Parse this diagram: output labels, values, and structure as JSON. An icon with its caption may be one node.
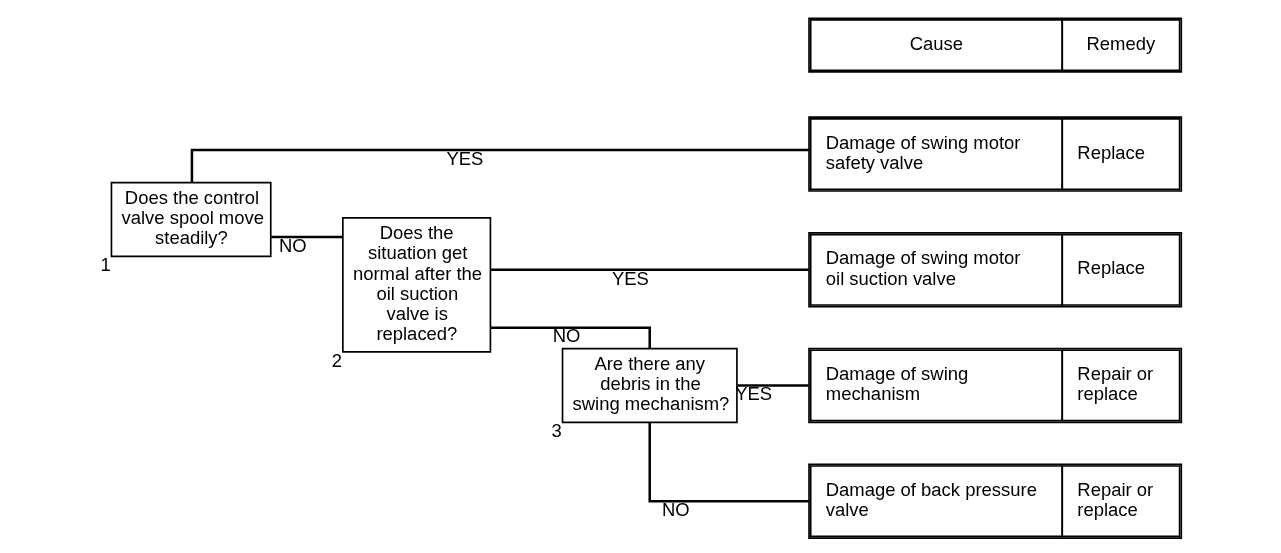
{
  "diagram": {
    "nodes": [
      {
        "text": [
          "Does the control valve spool move steadily?"
        ],
        "beside": [
          "1"
        ]
      },
      {
        "text": [
          "Does the situation get normal after the oil suction valve is replaced?"
        ],
        "beside": [
          "2"
        ]
      },
      {
        "text": [
          "Are there any debris in the swing mechanism?"
        ],
        "beside": [
          "3"
        ]
      },
      {
        "text": [
          "Damage of swing motor safety valve",
          "Replace"
        ]
      },
      {
        "text": [
          "Damage of swing motor oil suction valve",
          "Replace"
        ]
      },
      {
        "text": [
          "Damage of swing mechanism",
          "Repair or replace"
        ]
      },
      {
        "text": [
          "Damage of back pressure valve",
          "Repair or replace"
        ]
      }
    ],
    "edges": [
      {
        "from": 0,
        "to": 3,
        "arrow": "none",
        "label": "YES"
      },
      {
        "from": 0,
        "to": 1,
        "arrow": "none",
        "label": "NO"
      },
      {
        "from": 1,
        "to": 4,
        "arrow": "none",
        "label": "YES"
      },
      {
        "from": 1,
        "to": 2,
        "arrow": "none",
        "label": "NO"
      },
      {
        "from": 2,
        "to": 5,
        "arrow": "none",
        "label": "YES"
      },
      {
        "from": 2,
        "to": 6,
        "arrow": "none",
        "label": "NO"
      }
    ],
    "labels": [
      "Cause",
      "Remedy"
    ]
  }
}
